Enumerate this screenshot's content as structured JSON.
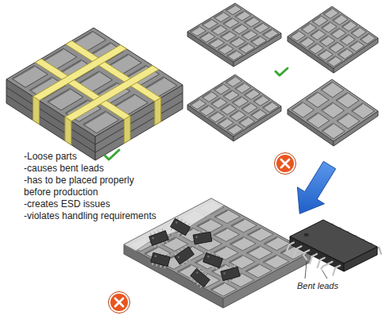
{
  "diagram": {
    "labels": [
      "-Loose parts",
      "-causes bent leads",
      "-has to be placed properly before production",
      "-creates ESD issues",
      "-violates handling requirements",
      "Bent leads"
    ]
  }
}
